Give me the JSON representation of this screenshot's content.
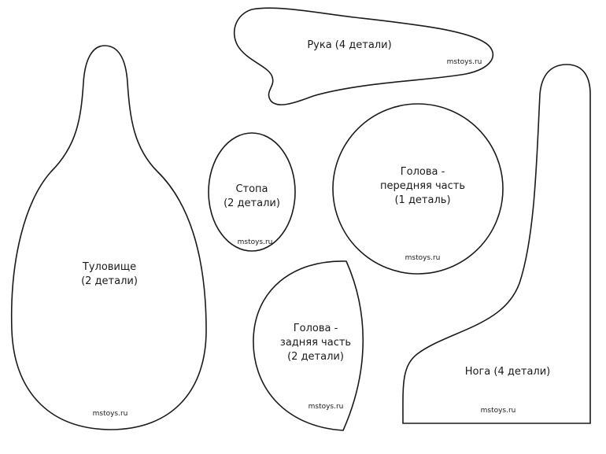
{
  "pieces": {
    "arm": {
      "label": "Рука (4 детали)",
      "watermark": "mstoys.ru"
    },
    "foot": {
      "label_line1": "Стопа",
      "label_line2": "(2 детали)",
      "watermark": "mstoys.ru"
    },
    "head_front": {
      "label_line1": "Голова -",
      "label_line2": "передняя часть",
      "label_line3": "(1 деталь)",
      "watermark": "mstoys.ru"
    },
    "body": {
      "label_line1": "Туловище",
      "label_line2": "(2 детали)",
      "watermark": "mstoys.ru"
    },
    "head_back": {
      "label_line1": "Голова -",
      "label_line2": "задняя часть",
      "label_line3": "(2 детали)",
      "watermark": "mstoys.ru"
    },
    "leg": {
      "label": "Нога (4 детали)",
      "watermark": "mstoys.ru"
    }
  },
  "colors": {
    "outline": "#1a1a1a",
    "background": "#ffffff"
  }
}
